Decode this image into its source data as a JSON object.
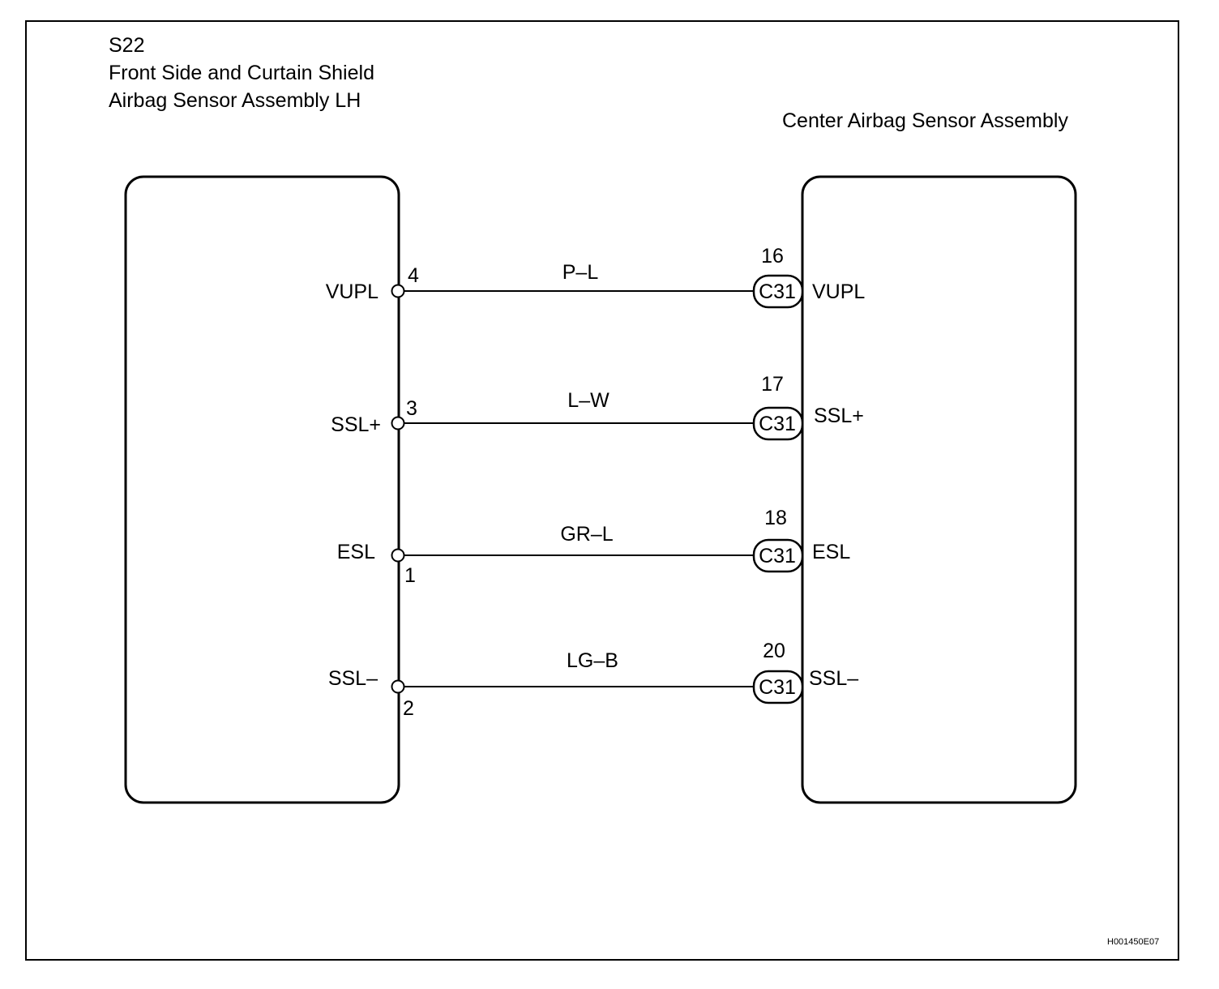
{
  "left_component": {
    "code": "S22",
    "name_line1": "Front Side and Curtain Shield",
    "name_line2": "Airbag Sensor Assembly LH"
  },
  "right_component": {
    "name": "Center Airbag Sensor Assembly"
  },
  "connections": [
    {
      "left_signal": "VUPL",
      "left_pin": "4",
      "wire_color": "P–L",
      "connector": "C31",
      "right_pin": "16",
      "right_signal": "VUPL"
    },
    {
      "left_signal": "SSL+",
      "left_pin": "3",
      "wire_color": "L–W",
      "connector": "C31",
      "right_pin": "17",
      "right_signal": "SSL+"
    },
    {
      "left_signal": "ESL",
      "left_pin": "1",
      "wire_color": "GR–L",
      "connector": "C31",
      "right_pin": "18",
      "right_signal": "ESL"
    },
    {
      "left_signal": "SSL–",
      "left_pin": "2",
      "wire_color": "LG–B",
      "connector": "C31",
      "right_pin": "20",
      "right_signal": "SSL–"
    }
  ],
  "figure_id": "H001450E07"
}
